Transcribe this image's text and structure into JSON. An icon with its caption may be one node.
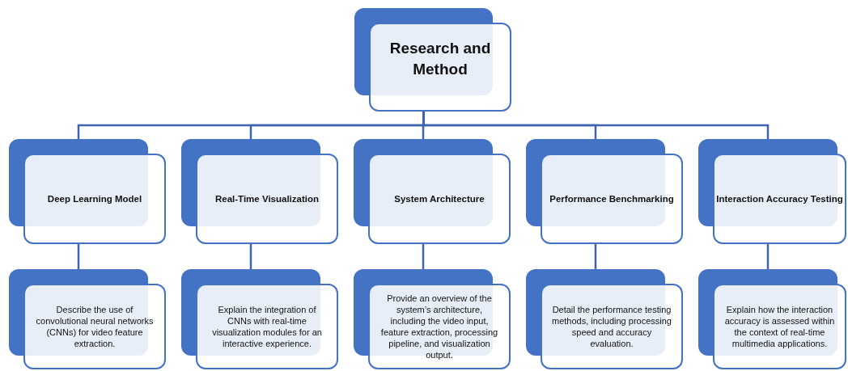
{
  "diagram": {
    "nodes": [
      {
        "text": [
          "Research and Method"
        ]
      },
      {
        "text": [
          "Deep Learning Model"
        ]
      },
      {
        "text": [
          "Real-Time Visualization"
        ]
      },
      {
        "text": [
          "System Architecture"
        ]
      },
      {
        "text": [
          "Performance Benchmarking"
        ]
      },
      {
        "text": [
          "Interaction Accuracy Testing"
        ]
      },
      {
        "text": [
          "Describe the use of convolutional neural networks (CNNs) for video feature extraction."
        ]
      },
      {
        "text": [
          "Explain the integration of CNNs with real-time visualization modules for an interactive experience."
        ]
      },
      {
        "text": [
          "Provide an overview of the system’s architecture, including the video input, feature extraction, processing pipeline, and visualization output."
        ]
      },
      {
        "text": [
          "Detail the performance testing methods, including processing speed and accuracy evaluation."
        ]
      },
      {
        "text": [
          "Explain how the interaction accuracy is assessed within the context of real-time multimedia applications."
        ]
      }
    ],
    "edges": [
      {
        "from": 0,
        "to": 1,
        "arrow": "none"
      },
      {
        "from": 0,
        "to": 2,
        "arrow": "none"
      },
      {
        "from": 0,
        "to": 3,
        "arrow": "none"
      },
      {
        "from": 0,
        "to": 4,
        "arrow": "none"
      },
      {
        "from": 0,
        "to": 5,
        "arrow": "none"
      },
      {
        "from": 1,
        "to": 6,
        "arrow": "none"
      },
      {
        "from": 2,
        "to": 7,
        "arrow": "none"
      },
      {
        "from": 3,
        "to": 8,
        "arrow": "none"
      },
      {
        "from": 4,
        "to": 9,
        "arrow": "none"
      },
      {
        "from": 5,
        "to": 10,
        "arrow": "none"
      }
    ]
  }
}
